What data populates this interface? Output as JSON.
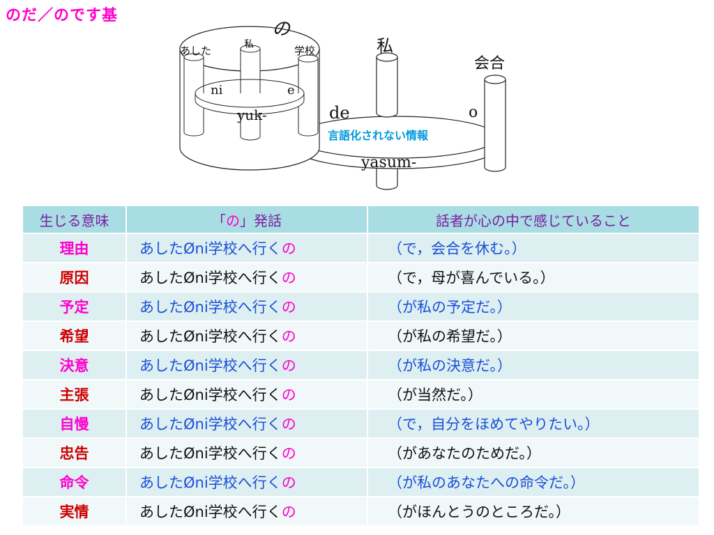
{
  "page": {
    "title": "のだ／のです基"
  },
  "diagram": {
    "labels": {
      "no": "の",
      "ashita": "あした",
      "watashi_small": "私",
      "gakko": "学校",
      "ni": "ni",
      "e": "e",
      "yuk": "yuk-",
      "watashi_large": "私",
      "kaigo": "会合",
      "de": "de",
      "o": "o",
      "info": "言語化されない情報",
      "yasum": "yasum-"
    }
  },
  "table": {
    "headers": {
      "meaning": "生じる意味",
      "utterance_open": "「",
      "utterance_no": "の",
      "utterance_close": "」発話",
      "thought": "話者が心の中で感じていること"
    },
    "rows": [
      {
        "meaning": "理由",
        "utterance": "あしたØni学校へ行く",
        "particle": "の",
        "thought": "（で，会合を休む。）"
      },
      {
        "meaning": "原因",
        "utterance": "あしたØni学校へ行く",
        "particle": "の",
        "thought": "（で，母が喜んでいる。）"
      },
      {
        "meaning": "予定",
        "utterance": "あしたØni学校へ行く",
        "particle": "の",
        "thought": "（が私の予定だ。）"
      },
      {
        "meaning": "希望",
        "utterance": "あしたØni学校へ行く",
        "particle": "の",
        "thought": "（が私の希望だ。）"
      },
      {
        "meaning": "決意",
        "utterance": "あしたØni学校へ行く",
        "particle": "の",
        "thought": "（が私の決意だ。）"
      },
      {
        "meaning": "主張",
        "utterance": "あしたØni学校へ行く",
        "particle": "の",
        "thought": "（が当然だ。）"
      },
      {
        "meaning": "自慢",
        "utterance": "あしたØni学校へ行く",
        "particle": "の",
        "thought": "（で，自分をほめてやりたい。）"
      },
      {
        "meaning": "忠告",
        "utterance": "あしたØni学校へ行く",
        "particle": "の",
        "thought": "（があなたのためだ。）"
      },
      {
        "meaning": "命令",
        "utterance": "あしたØni学校へ行く",
        "particle": "の",
        "thought": "（が私のあなたへの命令だ。）"
      },
      {
        "meaning": "実情",
        "utterance": "あしたØni学校へ行く",
        "particle": "の",
        "thought": "（がほんとうのところだ。）"
      }
    ]
  }
}
